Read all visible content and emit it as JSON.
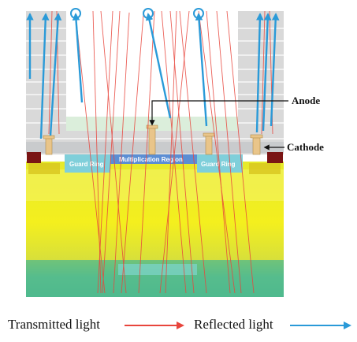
{
  "labels": {
    "anode": "Anode",
    "cathode": "Cathode",
    "guard_ring_left": "Guard Ring",
    "guard_ring_right": "Guard Ring",
    "multiplication_region": "Multiplication Region"
  },
  "legend": {
    "transmitted": "Transmitted light",
    "reflected": "Reflected light"
  },
  "colors": {
    "transmitted": "#e8453c",
    "reflected": "#2a9ad8",
    "substrate_yellow": "#f2ef22",
    "substrate_green": "#5cbf8a",
    "metal_stack": "#dcdcdc",
    "cavity": "#ffffff",
    "guard_ring": "#7fd0dc",
    "multiplication": "#5d8fd6",
    "contact": "#e9c58a",
    "p_plus": "#8a1a1a"
  }
}
